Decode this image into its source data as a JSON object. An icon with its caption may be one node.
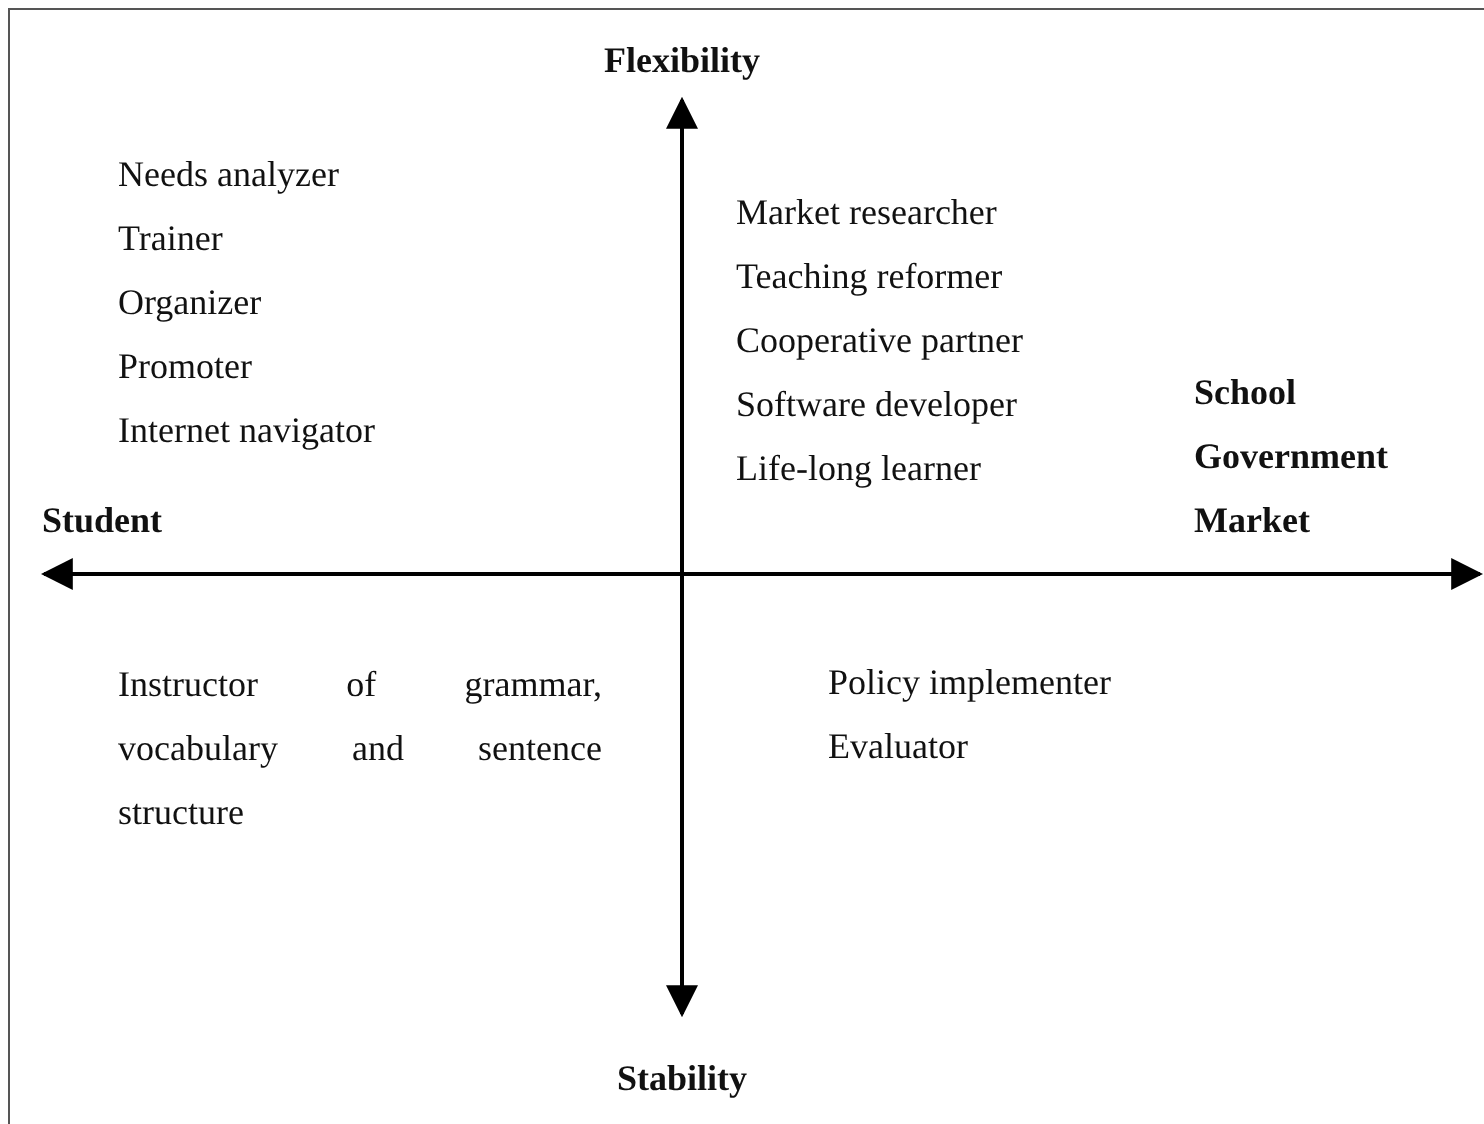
{
  "diagram": {
    "labels": [
      "Flexibility",
      "Needs analyzer",
      "Trainer",
      "Organizer",
      "Promoter",
      "Internet navigator",
      "Market researcher",
      "Teaching reformer",
      "Cooperative partner",
      "Software developer",
      "Life-long learner",
      "School",
      "Government",
      "Market",
      "Student",
      "Instructor of grammar, vocabulary and sentence structure",
      "Policy implementer",
      "Evaluator",
      "Stability"
    ]
  }
}
